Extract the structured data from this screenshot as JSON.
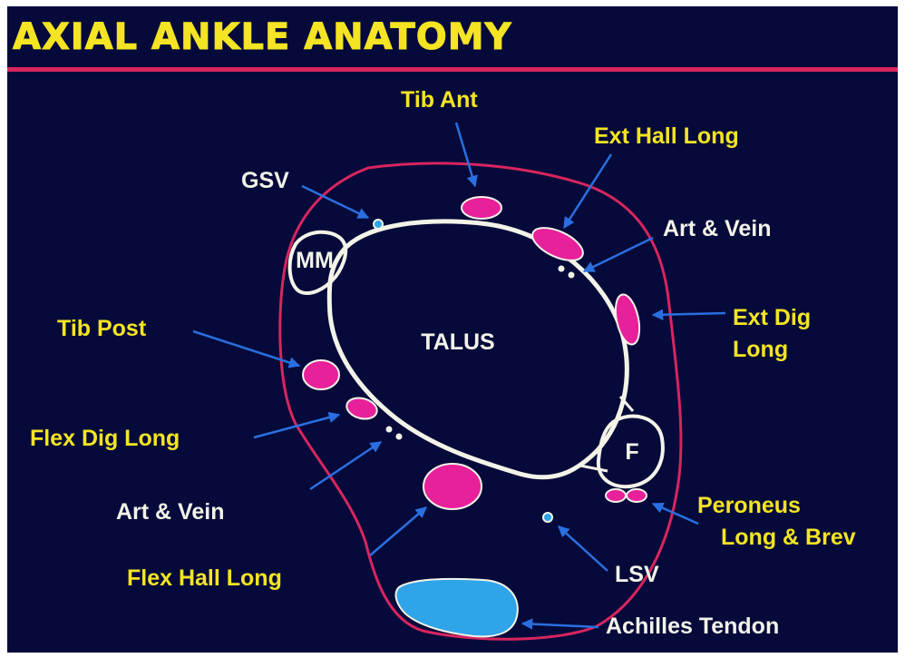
{
  "title": "AXIAL ANKLE ANATOMY",
  "colors": {
    "background": "#050a3a",
    "title": "#f4e423",
    "rule": "#d8255f",
    "outline": "#f3f3e8",
    "tendon": "#e8209a",
    "achilles": "#2fa4e8",
    "arrow": "#2a6fe0"
  },
  "structures": {
    "talus": "TALUS",
    "medial_malleolus": "MM",
    "fibula": "F"
  },
  "labels": {
    "tib_ant": "Tib Ant",
    "ext_hall_long": "Ext Hall Long",
    "gsv": "GSV",
    "art_vein_anterior": "Art & Vein",
    "ext_dig_long_1": "Ext Dig",
    "ext_dig_long_2": "Long",
    "tib_post": "Tib Post",
    "flex_dig_long": "Flex Dig Long",
    "art_vein_posterior": "Art & Vein",
    "flex_hall_long": "Flex Hall Long",
    "peroneus_1": "Peroneus",
    "peroneus_2": "Long & Brev",
    "lsv": "LSV",
    "achilles": "Achilles Tendon"
  }
}
